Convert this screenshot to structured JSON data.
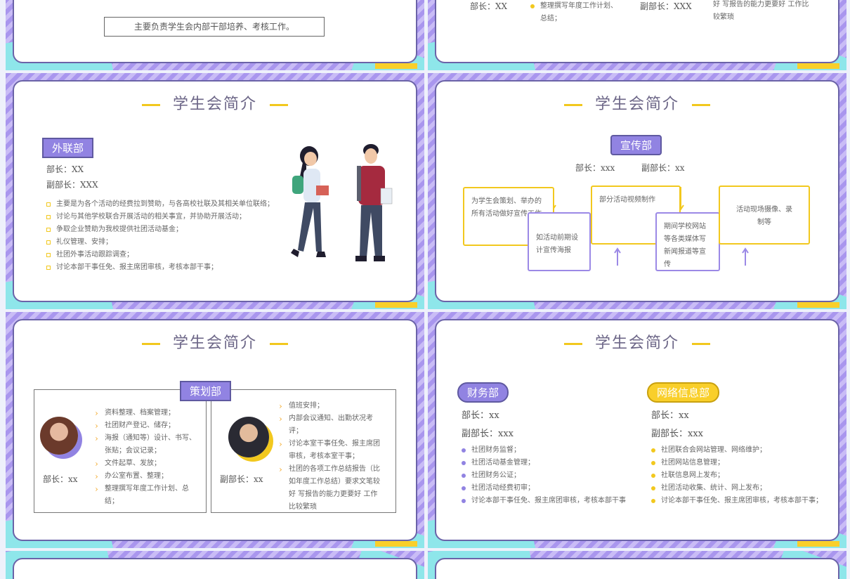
{
  "slide_top_left": {
    "note": "主要负责学生会内部干部培养、考核工作。"
  },
  "slide_top_right": {
    "head": "部长：XX",
    "bullet": "整理撰写年度工作计划、总结；",
    "vice": "副部长：XXX",
    "text": "好 写报告的能力更要好 工作比较繁琐"
  },
  "slide2": {
    "title": "学生会简介",
    "tag": "外联部",
    "head": "部长：XX",
    "vice": "副部长：XXX",
    "items": [
      "主要是为各个活动的经费拉到赞助，与各高校社联及其相关单位联络；",
      "讨论与其他学校联合开展活动的相关事宜，并协助开展活动；",
      "争取企业赞助为我校提供社团活动基金；",
      "礼仪管理、安排；",
      "社团外事活动跟踪调查；",
      "讨论本部干事任免、报主席团审核，考核本部干事；"
    ]
  },
  "slide3": {
    "title": "学生会简介",
    "tag": "宣传部",
    "head": "部长：xxx",
    "vice": "副部长：xx",
    "boxes": [
      "为学生会策划、举办的所有活动做好宣传工作",
      "如活动前期设计宣传海报",
      "部分活动视频制作",
      "期间学校网站等各类媒体写新闻报道等宣传",
      "活动现场摄像、录制等"
    ]
  },
  "slide4": {
    "title": "学生会简介",
    "tag": "策划部",
    "left": {
      "role": "部长：xx",
      "items": [
        "资料整理、档案管理；",
        "社团财产登记、储存；",
        "海报（通知等）设计、书写、张贴；会议记录；",
        "文件起草、发放；",
        "办公室布置、整理；",
        "整理撰写年度工作计划、总结；"
      ]
    },
    "right": {
      "role": "副部长：xx",
      "items": [
        "值班安排；",
        "内部会议通知、出勤状况考评；",
        "讨论本室干事任免、报主席团审核，考核本室干事；",
        "社团的各项工作总结报告（比如年度工作总结）要求文笔较好 写报告的能力更要好 工作比较繁琐"
      ]
    }
  },
  "slide5": {
    "title": "学生会简介",
    "left": {
      "tag": "财务部",
      "head": "部长：xx",
      "vice": "副部长：xxx",
      "items": [
        "社团财务监督；",
        "社团活动基金管理；",
        "社团财务公证；",
        "社团活动经费初审；",
        "讨论本部干事任免、报主席团审核，考核本部干事"
      ]
    },
    "right": {
      "tag": "网络信息部",
      "head": "部长：xx",
      "vice": "副部长：xxx",
      "items": [
        "社团联合会网站管理、网络维护；",
        "社团网站信息管理；",
        "社联信息网上发布；",
        "社团活动收集、统计、网上发布；",
        "讨论本部干事任免、报主席团审核，考核本部干事；"
      ]
    }
  },
  "colors": {
    "purple": "#9183e2",
    "yellow": "#f2c81e",
    "cyan": "#8ee6ea",
    "border": "#6b63a8"
  }
}
